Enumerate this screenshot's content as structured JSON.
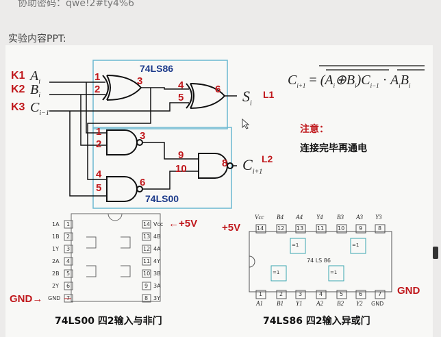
{
  "top_text": "协助密码：qwe!2#ty4%6",
  "section_title": "实验内容PPT:",
  "inputs": {
    "k1": "K1",
    "k2": "K2",
    "k3": "K3",
    "a": "A",
    "a_sub": "i",
    "b": "B",
    "b_sub": "i",
    "c": "C",
    "c_sub": "i−1"
  },
  "chips": {
    "top": "74LS86",
    "bottom": "74LS00"
  },
  "pins": [
    "1",
    "2",
    "3",
    "4",
    "5",
    "6",
    "1",
    "2",
    "3",
    "4",
    "5",
    "6",
    "9",
    "10",
    "8"
  ],
  "outputs": {
    "s": "S",
    "s_sub": "i",
    "l1": "L1",
    "c": "C",
    "c_sub": "i+1",
    "l2": "L2"
  },
  "formula": "C_{i+1} = ¯A_i ⊕ B_i)C_{i-1} · ¯A_iB_i",
  "formula_parts": {
    "lhs": "C",
    "lhs_sub": "i+1",
    "eq": "=",
    "mid": "(A",
    "mid_sub": "i",
    "xor": "⊕B",
    "xor_sub": "i",
    "ci": ")C",
    "ci_sub": "i−1",
    "dot": "·",
    "ab": "A",
    "ab_sub": "i",
    "ab2": "B",
    "ab2_sub": "i"
  },
  "note_title": "注意：",
  "note_text": "连接完毕再通电",
  "ls00": {
    "left_pins": [
      "1A",
      "1B",
      "1Y",
      "2A",
      "2B",
      "2Y",
      "GND"
    ],
    "left_nums": [
      "1",
      "2",
      "3",
      "4",
      "5",
      "6",
      "7"
    ],
    "right_pins": [
      "Vcc",
      "4B",
      "4A",
      "4Y",
      "3B",
      "3A",
      "3Y"
    ],
    "right_nums": [
      "14",
      "13",
      "12",
      "11",
      "10",
      "9",
      "8"
    ],
    "vcc_label": "←+5V",
    "gnd_label": "GND→",
    "caption": "74LS00 四2输入与非门"
  },
  "ls86": {
    "top_labels": [
      "Vcc",
      "B4",
      "A4",
      "Y4",
      "B3",
      "A3",
      "Y3"
    ],
    "top_nums": [
      "14",
      "12",
      "13",
      "11",
      "10",
      "9",
      "8"
    ],
    "bottom_labels": [
      "A1",
      "B1",
      "Y1",
      "A2",
      "B2",
      "Y2",
      "GND"
    ],
    "bottom_nums": [
      "1",
      "2",
      "3",
      "4",
      "5",
      "6",
      "7"
    ],
    "chip_text": "74 LS 86",
    "gate_mark": "=1",
    "vcc_label": "+5V",
    "gnd_label": "GND",
    "caption": "74LS86 四2输入异或门"
  }
}
